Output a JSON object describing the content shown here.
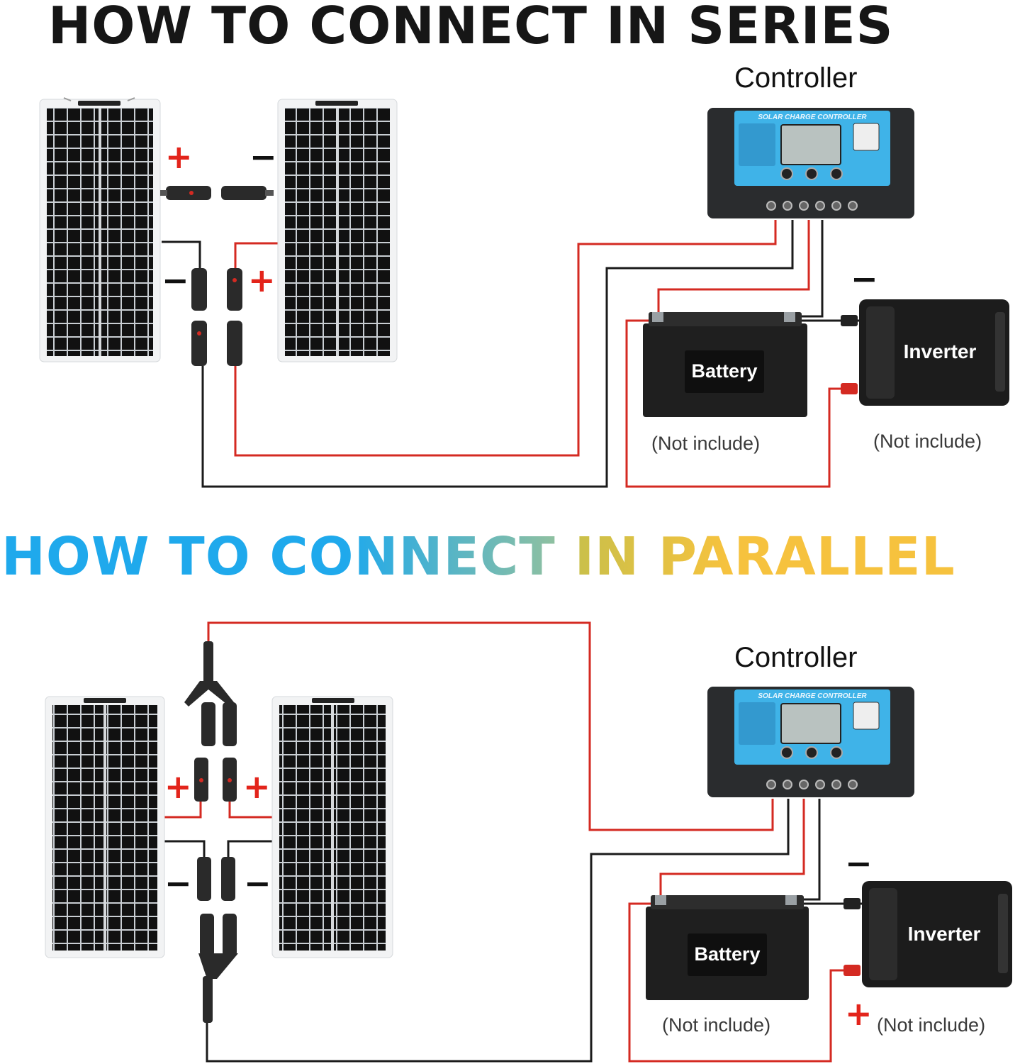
{
  "series": {
    "title": "HOW TO CONNECT IN SERIES",
    "controller_label": "Controller",
    "controller_panel_text": "SOLAR CHARGE CONTROLLER",
    "battery_label": "Battery",
    "inverter_label": "Inverter",
    "battery_note": "(Not include)",
    "inverter_note": "(Not include)",
    "signs": {
      "plus": "+",
      "minus": "−"
    }
  },
  "parallel": {
    "title_part1": "HOW TO CONNECT",
    "title_part2": "IN PARALLEL",
    "controller_label": "Controller",
    "controller_panel_text": "SOLAR CHARGE CONTROLLER",
    "battery_label": "Battery",
    "inverter_label": "Inverter",
    "battery_note": "(Not include)",
    "inverter_note": "(Not include)",
    "signs": {
      "plus": "+",
      "minus": "−"
    }
  },
  "colors": {
    "positive_wire": "#d42a22",
    "negative_wire": "#1b1b1b",
    "title_blue": "#1fa9ec",
    "title_yellow": "#f6c23e",
    "controller_screen_blue": "#3fb3e8"
  }
}
